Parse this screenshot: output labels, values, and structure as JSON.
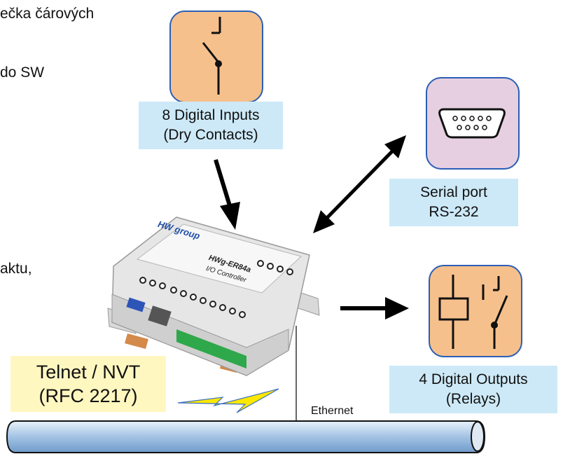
{
  "background_text": {
    "line1": "ečka čárových",
    "line2": "do SW",
    "line3": "aktu,"
  },
  "inputs": {
    "label_line1": "8 Digital Inputs",
    "label_line2": "(Dry Contacts)",
    "icon": "switch-contact-icon",
    "color": "#f6c08c"
  },
  "serial": {
    "label_line1": "Serial port",
    "label_line2": "RS-232",
    "icon": "db9-connector-icon",
    "color": "#e6cfe0"
  },
  "outputs": {
    "label_line1": "4 Digital Outputs",
    "label_line2": "(Relays)",
    "icon": "relay-icon",
    "color": "#f6c08c"
  },
  "device": {
    "brand": "HW group",
    "model": "HWg-ER84a",
    "subtitle": "I/O Controller"
  },
  "telnet": {
    "line1": "Telnet / NVT",
    "line2": "(RFC 2217)"
  },
  "network": {
    "label": "Ethernet"
  },
  "colors": {
    "label_bg": "#cde9f7",
    "telnet_bg": "#fff7c0",
    "icon_border": "#2b5fb5",
    "lightning": "#ffe800"
  }
}
